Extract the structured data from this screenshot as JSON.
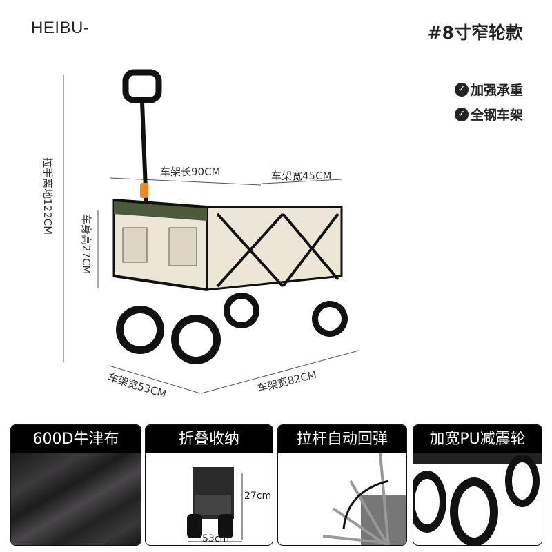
{
  "brand": "HEIBU-",
  "model": "#8寸窄轮款",
  "features": [
    {
      "icon": "check-circle-icon",
      "label": "加强承重"
    },
    {
      "icon": "check-circle-icon",
      "label": "全钢车架"
    }
  ],
  "dimensions": {
    "handle_height": "拉手离地122CM",
    "body_height": "车身高27CM",
    "frame_length": "车架长90CM",
    "frame_width_top": "车架宽45CM",
    "frame_width_front": "车架宽53CM",
    "frame_length_bottom": "车架宽82CM"
  },
  "panels": [
    {
      "title": "600D牛津布"
    },
    {
      "title": "折叠收纳",
      "height": "27cm",
      "width": "53cm"
    },
    {
      "title": "拉杆自动回弹"
    },
    {
      "title": "加宽PU减震轮"
    }
  ],
  "colors": {
    "fabric": "#ece6d6",
    "trim": "#4a5a3a",
    "frame": "#111111",
    "accent": "#f08a1c"
  }
}
